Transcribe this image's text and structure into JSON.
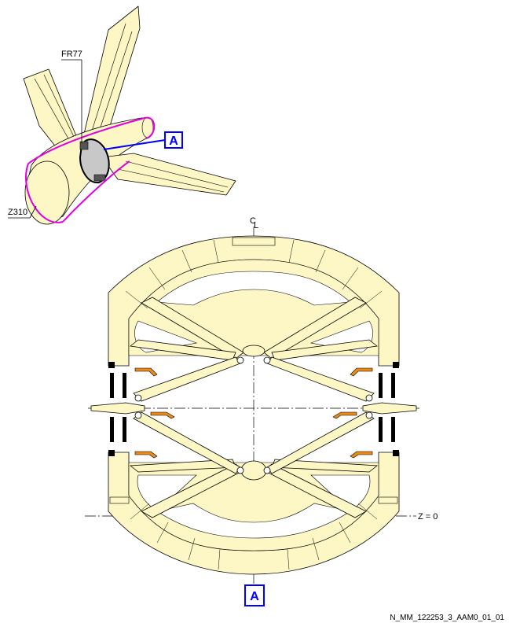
{
  "labels": {
    "frame": "FR77",
    "zone": "Z310",
    "detail": "A",
    "centerline": "C",
    "centerline_sub": "L",
    "z_zero": "Z = 0",
    "drawing_code": "N_MM_122253_3_AAM0_01_01"
  },
  "colors": {
    "structure_fill": "#fcf7c5",
    "outline": "#000000",
    "zone_magenta": "#e000e0",
    "callout_blue": "#0000ff",
    "fitting_orange": "#e98a1a",
    "highlight_grey": "#c8c8c8"
  }
}
